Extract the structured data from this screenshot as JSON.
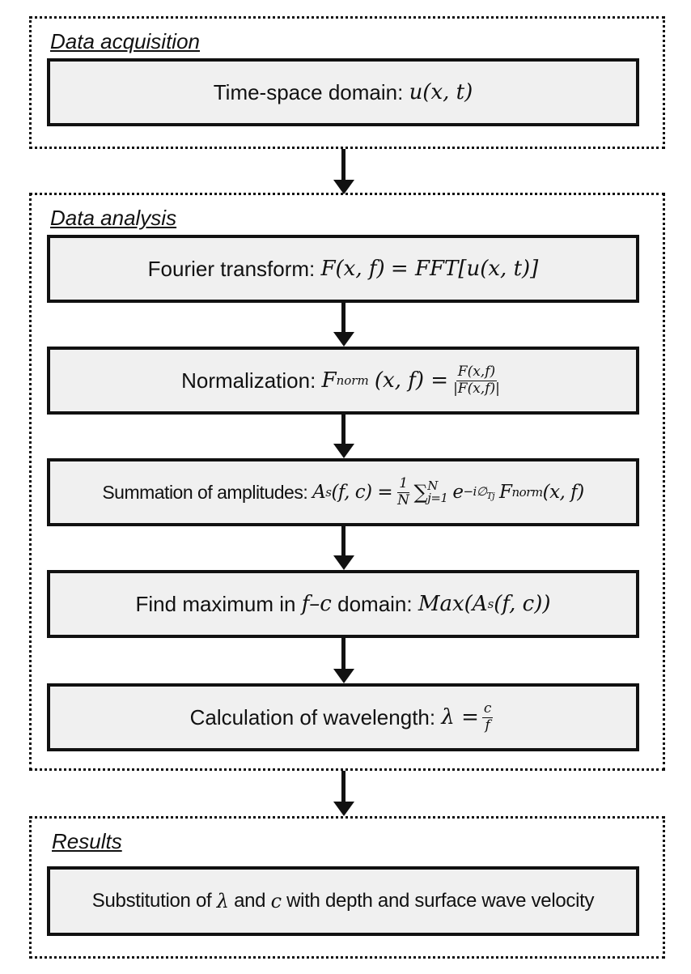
{
  "groups": {
    "acquisition": "Data acquisition",
    "analysis": "Data analysis",
    "results": "Results"
  },
  "steps": {
    "time_space_label": "Time-space domain:",
    "fourier_label": "Fourier transform:",
    "normalization_label": "Normalization:",
    "summation_label": "Summation of amplitudes:",
    "find_max_label_1": "Find maximum in",
    "find_max_label_2": "domain:",
    "wavelength_label": "Calculation of wavelength:",
    "substitution_part_1": "Substitution of",
    "substitution_part_2": "and",
    "substitution_part_3": "with depth and surface wave velocity"
  },
  "formulas": {
    "time_space": "u(x, t)",
    "fourier_lhs": "F(x, f)",
    "fourier_rhs": "= FFT[u(x, t)]",
    "norm_F": "F",
    "norm_sub": "norm",
    "norm_args": "(x, f) =",
    "norm_num": "F(x,f)",
    "norm_den": "|F(x,f)|",
    "sum_A": "A",
    "sum_A_sub": "s",
    "sum_A_args": "(f, c) =",
    "sum_frac_num": "1",
    "sum_frac_den": "N",
    "sum_symbol": "∑",
    "sum_upper": "N",
    "sum_lower": "j=1",
    "sum_e": "e",
    "sum_exp": "−i∅",
    "sum_exp_sub": "Tj",
    "sum_F": "F",
    "sum_F_sub": "norm",
    "sum_F_args": "(x, f)",
    "fc": "f–c",
    "max_expr": "Max(A",
    "max_sub": "s",
    "max_tail": "(f, c))",
    "lambda_eq": "λ =",
    "lambda_num": "c",
    "lambda_den": "f",
    "lambda_sym": "λ",
    "c_sym": "c"
  }
}
